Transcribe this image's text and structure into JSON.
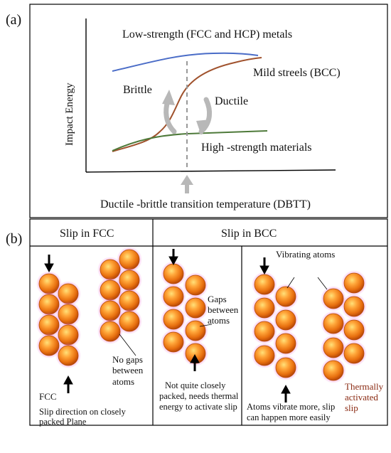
{
  "panel_a": {
    "label": "(a)",
    "y_axis_label": "Impact Energy",
    "curve_labels": {
      "low_strength": "Low-strength (FCC and HCP) metals",
      "mild_steels": "Mild streels (BCC)",
      "high_strength": "High -strength materials"
    },
    "region_labels": {
      "brittle": "Brittle",
      "ductile": "Ductile"
    },
    "dbtt_label": "Ductile -brittle transition temperature (DBTT)",
    "colors": {
      "low_strength": "#4a6cc7",
      "mild_steels": "#a0522d",
      "high_strength": "#4e7a3a",
      "arrows": "#b8b8b8"
    }
  },
  "panel_b": {
    "label": "(b)",
    "fcc": {
      "title": "Slip in FCC",
      "fcc_label": "FCC",
      "no_gaps_label": [
        "No gaps",
        "between",
        "atoms"
      ],
      "caption": [
        "Slip direction on  closely",
        "packed Plane"
      ]
    },
    "bcc": {
      "title": "Slip in BCC",
      "gaps_label": [
        "Gaps",
        "between",
        "atoms"
      ],
      "caption_left": [
        "Not quite closely",
        "packed, needs thermal",
        "energy to activate slip"
      ],
      "vibrating_label": "Vibrating atoms",
      "thermal_label": [
        "Thermally",
        "activated",
        "slip"
      ],
      "caption_right": [
        "Atoms vibrate more, slip",
        "can happen more easily"
      ]
    },
    "colors": {
      "atom_core": "#f28c1c",
      "atom_edge": "#c04a0a",
      "atom_glow": "#f07ad0",
      "thermal_text": "#8a2a12"
    }
  }
}
